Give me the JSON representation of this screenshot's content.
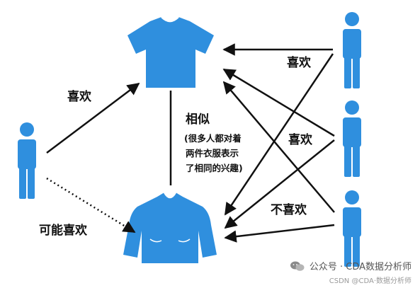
{
  "colors": {
    "figure": "#2f8fde",
    "arrow": "#111111",
    "text": "#111111",
    "watermark": "#555555"
  },
  "labels": {
    "like_left": "喜欢",
    "maybe_like": "可能喜欢",
    "similar_title": "相似",
    "similar_note_line1": "(很多人都对着",
    "similar_note_line2": "两件衣服表示",
    "similar_note_line3": "了相同的兴趣)",
    "like_right_1": "喜欢",
    "like_right_2": "喜欢",
    "dislike": "不喜欢"
  },
  "watermark": {
    "text": "公众号 · CDA数据分析师",
    "credit": "CSDN @CDA·数据分析师",
    "icon": "wechat-icon"
  }
}
